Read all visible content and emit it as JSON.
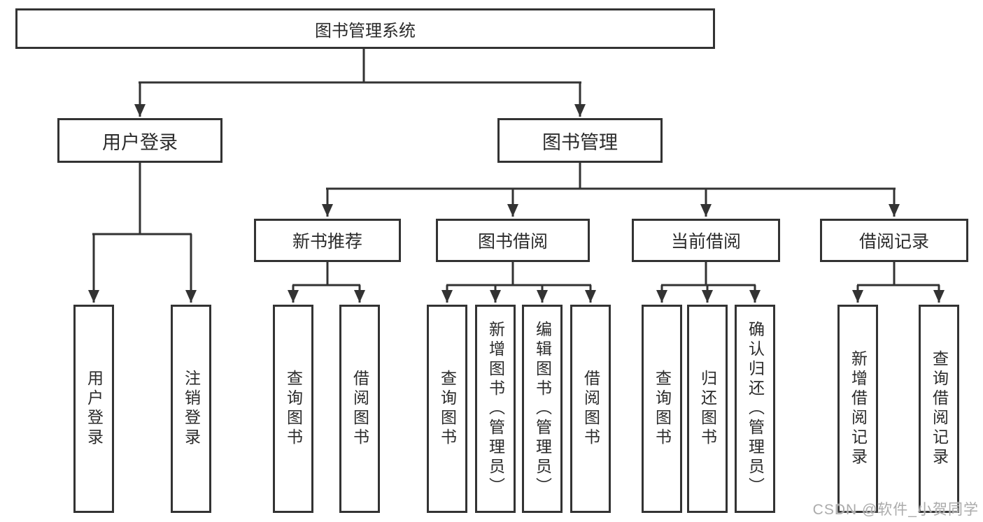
{
  "tree": {
    "root": {
      "label": "图书管理系统"
    },
    "children": [
      {
        "label": "用户登录",
        "children": [
          {
            "label": "用户登录"
          },
          {
            "label": "注销登录"
          }
        ]
      },
      {
        "label": "图书管理",
        "children": [
          {
            "label": "新书推荐",
            "children": [
              {
                "label": "查询图书"
              },
              {
                "label": "借阅图书"
              }
            ]
          },
          {
            "label": "图书借阅",
            "children": [
              {
                "label": "查询图书"
              },
              {
                "label": "新增图书（管理员）"
              },
              {
                "label": "编辑图书（管理员）"
              },
              {
                "label": "借阅图书"
              }
            ]
          },
          {
            "label": "当前借阅",
            "children": [
              {
                "label": "查询图书"
              },
              {
                "label": "归还图书"
              },
              {
                "label": "确认归还（管理员）"
              }
            ]
          },
          {
            "label": "借阅记录",
            "children": [
              {
                "label": "新增借阅记录"
              },
              {
                "label": "查询借阅记录"
              }
            ]
          }
        ]
      }
    ]
  },
  "watermark": {
    "text": "CSDN @软件_小贺同学"
  },
  "colors": {
    "line": "#333333",
    "box_border": "#333333",
    "text": "#2b2b2b",
    "watermark": "#ababab",
    "background": "#ffffff"
  }
}
